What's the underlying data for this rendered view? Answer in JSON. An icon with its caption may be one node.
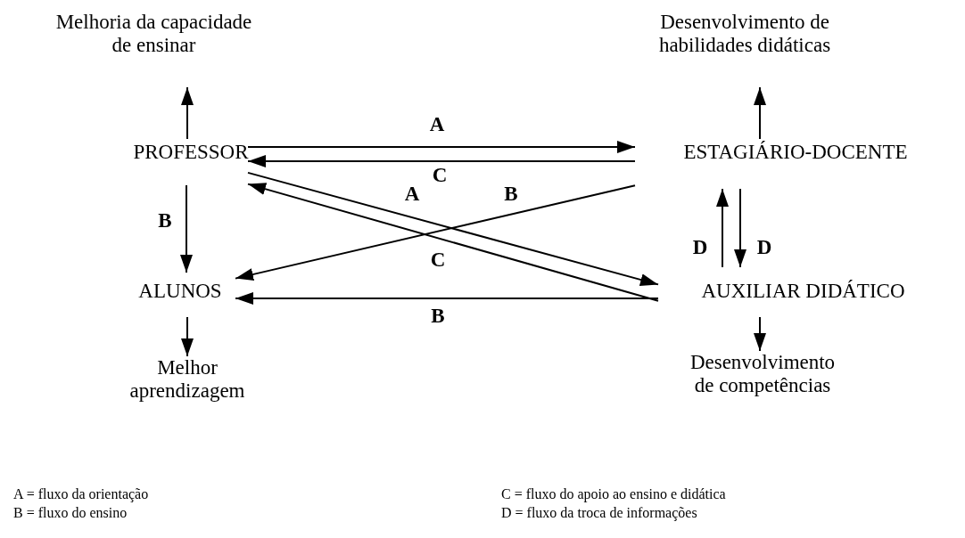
{
  "diagram": {
    "nodes": [
      {
        "text": [
          "Melhoria da capacidade de ensinar"
        ]
      },
      {
        "text": [
          "Desenvolvimento de habilidades didáticas"
        ]
      },
      {
        "text": [
          "PROFESSOR"
        ]
      },
      {
        "text": [
          "ESTAGIÁRIO-DOCENTE"
        ]
      },
      {
        "text": [
          "ALUNOS"
        ]
      },
      {
        "text": [
          "AUXILIAR DIDÁTICO"
        ]
      },
      {
        "text": [
          "Melhor aprendizagem"
        ]
      },
      {
        "text": [
          "Desenvolvimento de competências"
        ]
      }
    ],
    "edges": [
      {
        "from": 2,
        "to": 0,
        "arrow": "to"
      },
      {
        "from": 3,
        "to": 1,
        "arrow": "to"
      },
      {
        "from": 2,
        "to": 3,
        "arrow": "to",
        "label": "A"
      },
      {
        "from": 3,
        "to": 2,
        "arrow": "to",
        "label": "C"
      },
      {
        "from": 2,
        "to": 5,
        "arrow": "to",
        "label": "A"
      },
      {
        "from": 5,
        "to": 2,
        "arrow": "to",
        "label": "C"
      },
      {
        "from": 3,
        "to": 4,
        "arrow": "to",
        "label": "B"
      },
      {
        "from": 2,
        "to": 4,
        "arrow": "to",
        "label": "B"
      },
      {
        "from": 5,
        "to": 4,
        "arrow": "to",
        "label": "B"
      },
      {
        "from": 5,
        "to": 3,
        "arrow": "to",
        "label": "D"
      },
      {
        "from": 3,
        "to": 5,
        "arrow": "to",
        "label": "D"
      },
      {
        "from": 4,
        "to": 6,
        "arrow": "to"
      },
      {
        "from": 5,
        "to": 7,
        "arrow": "to"
      }
    ],
    "labels": [
      "A = fluxo da orientação",
      "C = fluxo do apoio ao ensino e didática",
      "B = fluxo do ensino",
      "D = fluxo da troca de informações"
    ]
  }
}
